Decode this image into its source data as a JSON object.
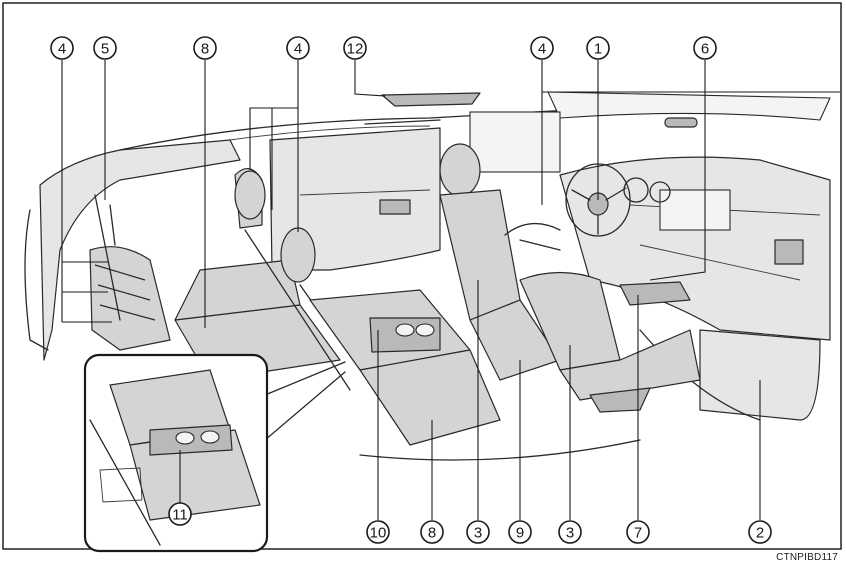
{
  "diagram": {
    "code": "CTNPIBD117",
    "callouts": [
      {
        "id": "c1",
        "label": "1"
      },
      {
        "id": "c2",
        "label": "2"
      },
      {
        "id": "c3a",
        "label": "3"
      },
      {
        "id": "c3b",
        "label": "3"
      },
      {
        "id": "c4a",
        "label": "4"
      },
      {
        "id": "c4b",
        "label": "4"
      },
      {
        "id": "c4c",
        "label": "4"
      },
      {
        "id": "c5",
        "label": "5"
      },
      {
        "id": "c6",
        "label": "6"
      },
      {
        "id": "c7",
        "label": "7"
      },
      {
        "id": "c8a",
        "label": "8"
      },
      {
        "id": "c8b",
        "label": "8"
      },
      {
        "id": "c9",
        "label": "9"
      },
      {
        "id": "c10",
        "label": "10"
      },
      {
        "id": "c11",
        "label": "11"
      },
      {
        "id": "c12",
        "label": "12"
      }
    ]
  }
}
